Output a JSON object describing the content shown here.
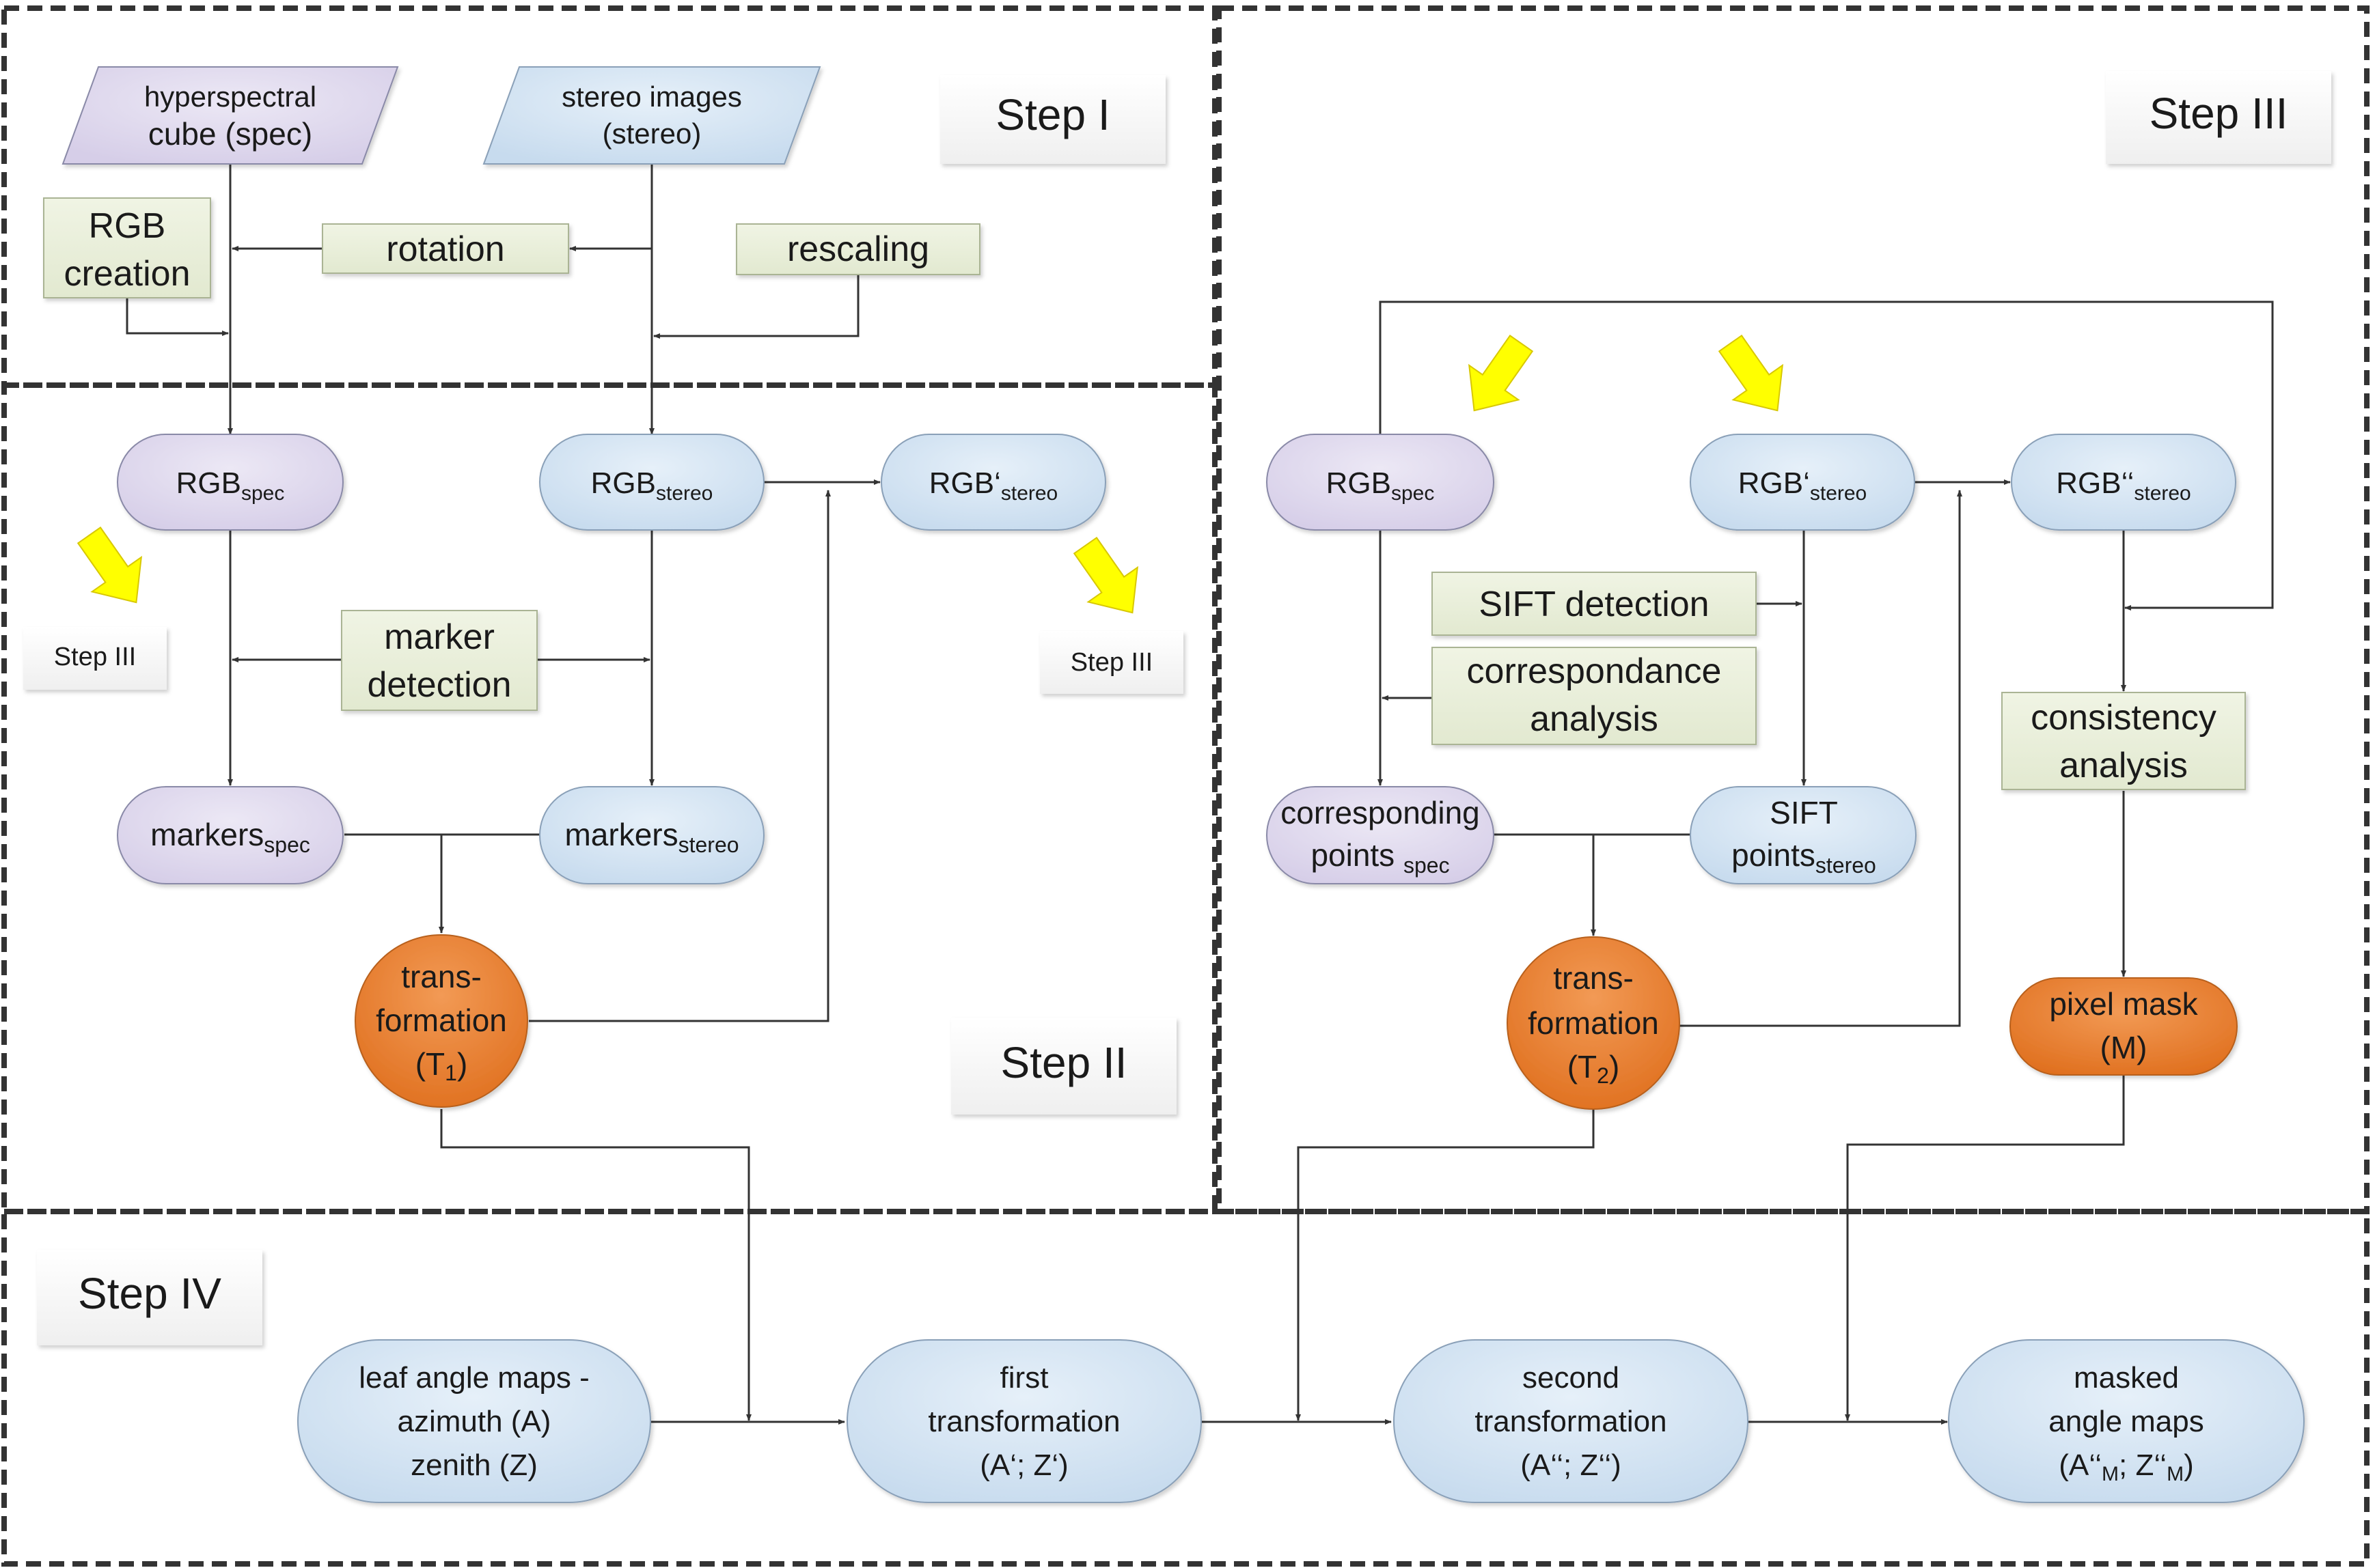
{
  "steps": {
    "step1": "Step I",
    "step2": "Step II",
    "step3": "Step III",
    "step4": "Step IV"
  },
  "step1": {
    "hyperspectral": [
      "hyperspectral",
      "cube (spec)"
    ],
    "stereo_images": [
      "stereo images",
      "(stereo)"
    ],
    "rgb_creation": [
      "RGB",
      "creation"
    ],
    "rotation": "rotation",
    "rescaling": "rescaling"
  },
  "step2": {
    "rgb_spec": {
      "base": "RGB",
      "sub": "spec"
    },
    "rgb_stereo": {
      "base": "RGB",
      "sub": "stereo"
    },
    "rgb_prime_stereo": {
      "base": "RGB‘",
      "sub": "stereo"
    },
    "step3_ref_left": "Step III",
    "step3_ref_right": "Step III",
    "marker_detection": [
      "marker",
      "detection"
    ],
    "markers_spec": {
      "base": "markers",
      "sub": "spec"
    },
    "markers_stereo": {
      "base": "markers",
      "sub": "stereo"
    },
    "transformation": [
      "trans-",
      "formation"
    ],
    "transformation_t1": {
      "pre": "(T",
      "sub": "1",
      "post": ")"
    }
  },
  "step3": {
    "rgb_spec": {
      "base": "RGB",
      "sub": "spec"
    },
    "rgb_prime_stereo": {
      "base": "RGB‘",
      "sub": "stereo"
    },
    "rgb_double_prime_stereo": {
      "base": "RGB‘‘",
      "sub": "stereo"
    },
    "sift_detection": "SIFT detection",
    "correspondance_analysis": [
      "correspondance",
      "analysis"
    ],
    "consistency_analysis": [
      "consistency",
      "analysis"
    ],
    "corresponding_points": {
      "line1": "corresponding",
      "base": "points ",
      "sub": "spec"
    },
    "sift_points": {
      "line1": "SIFT",
      "base": "points",
      "sub": "stereo"
    },
    "transformation": [
      "trans-",
      "formation"
    ],
    "transformation_t2": {
      "pre": "(T",
      "sub": "2",
      "post": ")"
    },
    "pixel_mask": [
      "pixel mask",
      "(M)"
    ]
  },
  "step4": {
    "leaf_angle_maps": [
      "leaf angle maps -",
      "azimuth (A)",
      "zenith (Z)"
    ],
    "first_transformation": [
      "first",
      "transformation",
      "(A‘; Z‘)"
    ],
    "second_transformation": [
      "second",
      "transformation",
      "(A‘‘; Z‘‘)"
    ],
    "masked_angle_maps": {
      "line1": "masked",
      "line2": "angle maps",
      "l3_a": "(A‘‘",
      "l3_a_sub": "M",
      "l3_mid": "; Z‘‘",
      "l3_b_sub": "M",
      "l3_end": ")"
    }
  },
  "colors": {
    "purple_fill": "#e4dff0",
    "blue_fill": "#dae8f4",
    "green_fill": "#ebf0de",
    "orange_fill": "#e87f2e",
    "yellow_arrow": "#ffff00",
    "border": "#222222"
  }
}
